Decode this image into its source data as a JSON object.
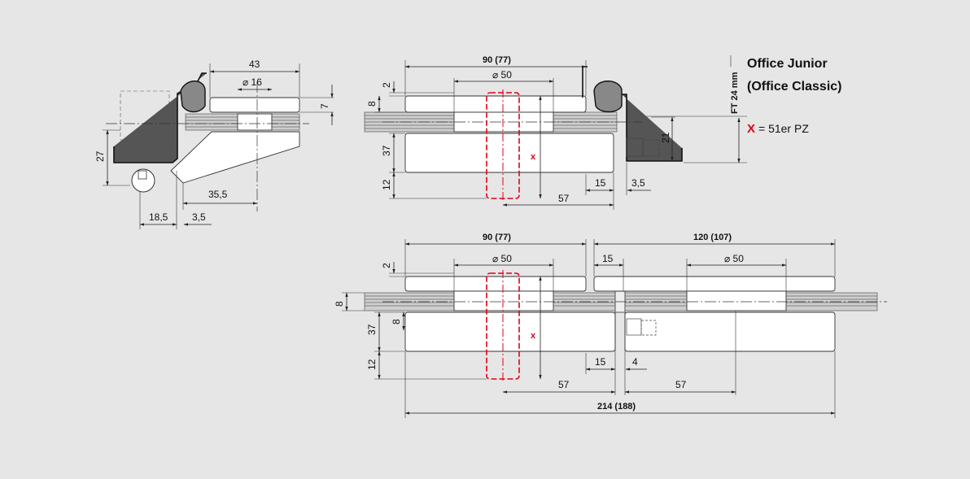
{
  "legend": {
    "title_line1": "Office Junior",
    "title_line2": "(Office Classic)",
    "ft_label": "FT 24 mm",
    "x_symbol": "X",
    "x_text": "= 51er PZ"
  },
  "side_view": {
    "dim_43": "43",
    "dim_dia16": "⌀ 16",
    "dim_7": "7",
    "dim_27": "27",
    "dim_35_5": "35,5",
    "dim_18_5": "18,5",
    "dim_3_5": "3,5"
  },
  "top_view": {
    "dim_90_77": "90 (77)",
    "dim_dia50": "⌀ 50",
    "dim_2": "2",
    "dim_8": "8",
    "dim_37": "37",
    "dim_12": "12",
    "dim_x": "x",
    "dim_21": "21",
    "dim_15": "15",
    "dim_3_5": "3,5",
    "dim_57": "57"
  },
  "bottom_view": {
    "dim_90_77": "90 (77)",
    "dim_120_107": "120 (107)",
    "dim_dia50_left": "⌀ 50",
    "dim_dia50_right": "⌀ 50",
    "dim_15_top": "15",
    "dim_2": "2",
    "dim_8_outer": "8",
    "dim_8_inner": "8",
    "dim_37": "37",
    "dim_12": "12",
    "dim_x": "x",
    "dim_15_bottom": "15",
    "dim_4": "4",
    "dim_57_left": "57",
    "dim_57_right": "57",
    "dim_214_188": "214 (188)"
  }
}
